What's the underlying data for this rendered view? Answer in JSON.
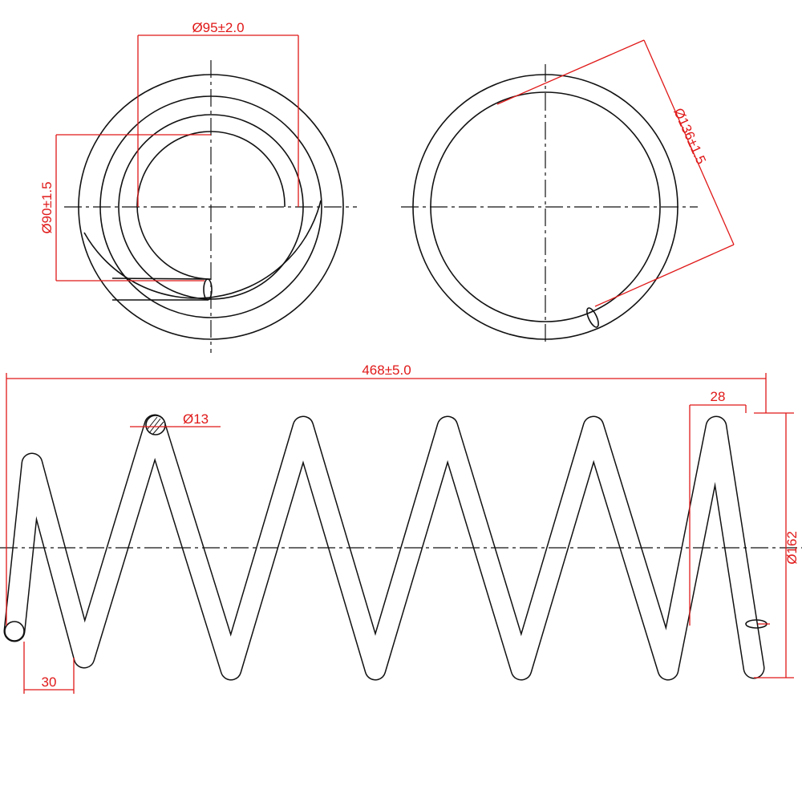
{
  "title": "Coil spring technical drawing",
  "dimensions": {
    "inner_diameter_top": "Ø95±2.0",
    "inner_diameter_left": "Ø90±1.5",
    "outer_diameter": "Ø136±1.5",
    "free_length": "468±5.0",
    "wire_diameter": "Ø13",
    "end_pitch_right": "28",
    "end_diameter": "Ø162",
    "end_pitch_left": "30"
  },
  "colors": {
    "line": "#111111",
    "dimension": "#e01818"
  }
}
